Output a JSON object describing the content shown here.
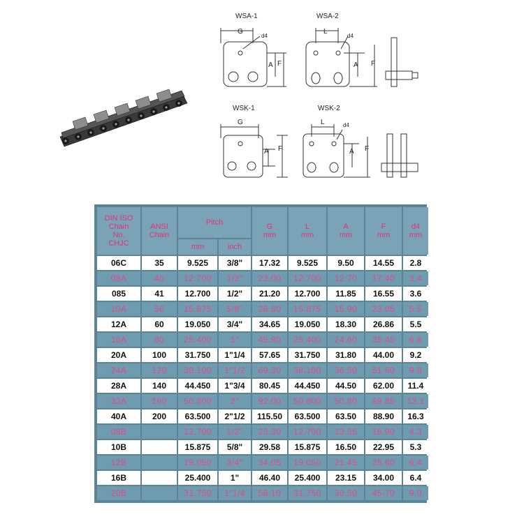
{
  "drawings": {
    "wsa1": {
      "title": "WSA-1",
      "g": "G",
      "d4": "d4",
      "a": "A",
      "f": "F"
    },
    "wsa2": {
      "title": "WSA-2",
      "l": "L",
      "d4": "d4",
      "a": "A",
      "f": "F"
    },
    "wsk1": {
      "title": "WSK-1",
      "g": "G",
      "a": "A",
      "f": "F"
    },
    "wsk2": {
      "title": "WSK-2",
      "l": "L",
      "d4": "d4",
      "a": "A",
      "f": "F"
    }
  },
  "table": {
    "headers": {
      "din": [
        "DIN ISO",
        "Chain",
        "No.",
        "CHJC"
      ],
      "ansi": [
        "ANSI",
        "Chain"
      ],
      "pitch": "Pitch",
      "pitch_mm": "mm",
      "pitch_inch": "inch",
      "g": [
        "G",
        "mm"
      ],
      "l": [
        "L",
        "mm"
      ],
      "a": [
        "A",
        "mm"
      ],
      "f": [
        "F",
        "mm"
      ],
      "d4": [
        "d4",
        "mm"
      ]
    },
    "rows": [
      {
        "style": "bold",
        "cells": [
          "06C",
          "35",
          "9.525",
          "3/8\"",
          "17.32",
          "9.525",
          "9.50",
          "14.55",
          "2.8"
        ]
      },
      {
        "style": "light",
        "cells": [
          "08A",
          "40",
          "12.700",
          "1/2\"",
          "23.00",
          "12.700",
          "12.70",
          "17.40",
          "3.4"
        ]
      },
      {
        "style": "bold",
        "cells": [
          "085",
          "41",
          "12.700",
          "1/2\"",
          "21.20",
          "12.700",
          "11.85",
          "16.55",
          "3.6"
        ]
      },
      {
        "style": "light",
        "cells": [
          "10A",
          "50",
          "15.875",
          "5/8\"",
          "28.80",
          "15.875",
          "15.90",
          "23.05",
          "5.5"
        ]
      },
      {
        "style": "bold",
        "cells": [
          "12A",
          "60",
          "19.050",
          "3/4\"",
          "34.65",
          "19.050",
          "18.30",
          "26.86",
          "5.5"
        ]
      },
      {
        "style": "light",
        "cells": [
          "16A",
          "80",
          "25.400",
          "1\"",
          "45.90",
          "25.400",
          "24.60",
          "35.45",
          "6.8"
        ]
      },
      {
        "style": "bold",
        "cells": [
          "20A",
          "100",
          "31.750",
          "1\"1/4",
          "57.65",
          "31.750",
          "31.80",
          "44.00",
          "9.2"
        ]
      },
      {
        "style": "light",
        "cells": [
          "24A",
          "120",
          "38.100",
          "1\"1/2",
          "69.30",
          "38.100",
          "36.50",
          "51.60",
          "9.8"
        ]
      },
      {
        "style": "bold",
        "cells": [
          "28A",
          "140",
          "44.450",
          "1\"3/4",
          "80.45",
          "44.450",
          "44.50",
          "62.00",
          "11.4"
        ]
      },
      {
        "style": "light",
        "cells": [
          "32A",
          "160",
          "50.800",
          "2\"",
          "92.00",
          "50.800",
          "50.80",
          "69.85",
          "13.1"
        ]
      },
      {
        "style": "bold",
        "cells": [
          "40A",
          "200",
          "63.500",
          "2\"1/2",
          "115.50",
          "63.500",
          "63.50",
          "88.90",
          "16.3"
        ]
      },
      {
        "style": "light",
        "cells": [
          "08B",
          "",
          "12.700",
          "1/2\"",
          "23.30",
          "12.700",
          "13.35",
          "18.90",
          "4.3"
        ]
      },
      {
        "style": "bold",
        "cells": [
          "10B",
          "",
          "15.875",
          "5/8\"",
          "29.58",
          "15.875",
          "16.50",
          "22.95",
          "5.3"
        ]
      },
      {
        "style": "light",
        "cells": [
          "12B",
          "",
          "19.050",
          "3/4\"",
          "34.05",
          "19.050",
          "21.45",
          "28.60",
          "6.4"
        ]
      },
      {
        "style": "bold",
        "cells": [
          "16B",
          "",
          "25.400",
          "1\"",
          "46.40",
          "25.400",
          "23.15",
          "34.00",
          "6.4"
        ]
      },
      {
        "style": "light",
        "cells": [
          "20B",
          "",
          "31.750",
          "1\"1/4",
          "58.10",
          "31.750",
          "30.50",
          "45.70",
          "9.0"
        ]
      }
    ]
  },
  "colors": {
    "table_border": "#5c8499",
    "header_bg": "#7aa3b7",
    "light_row_bg": "#6e9bb0",
    "pink_text": "#e0347a"
  }
}
